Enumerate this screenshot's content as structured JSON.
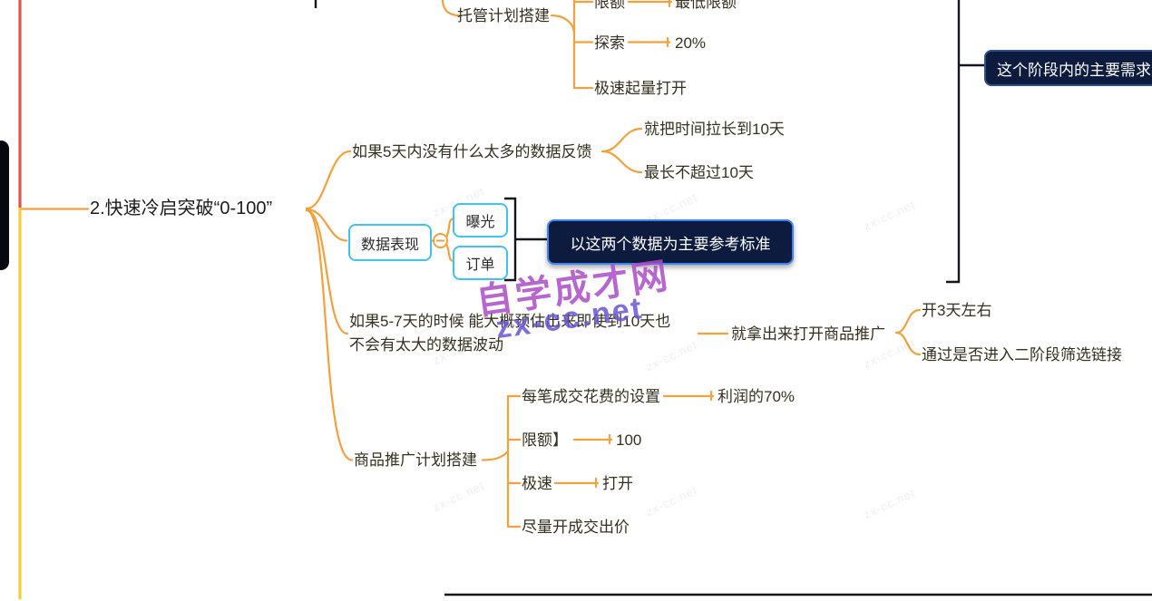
{
  "main_topic": {
    "label": "2.快速冷启突破“0-100”"
  },
  "branches": {
    "hosting": {
      "label": "托管计划搭建",
      "limit_label": "限额",
      "limit_value": "最低限额",
      "explore_label": "探索",
      "explore_value": "20%",
      "turbo_label": "极速起量打开"
    },
    "feedback5d": {
      "label": "如果5天内没有什么太多的数据反馈",
      "extend": "就把时间拉长到10天",
      "max": "最长不超过10天"
    },
    "data_performance": {
      "label": "数据表现",
      "exposure": "曝光",
      "orders": "订单",
      "summary": "以这两个数据为主要参考标准"
    },
    "estimate": {
      "line1": "如果5-7天的时候  能大概预估出来即使到10天也",
      "line2": "不会有太大的数据波动",
      "action": "就拿出来打开商品推广",
      "open_days": "开3天左右",
      "phase2": "通过是否进入二阶段筛选链接"
    },
    "product_promo": {
      "label": "商品推广计划搭建",
      "cost_label": "每笔成交花费的设置",
      "cost_value": "利润的70%",
      "limit_label": "限额】",
      "limit_value": "100",
      "turbo_label": "极速",
      "turbo_value": "打开",
      "bid_label": "尽量开成交出价"
    }
  },
  "right_note": {
    "label": "这个阶段内的主要需求"
  },
  "watermark": {
    "site_name": "自学成才网",
    "site_url": "zx-cc.net",
    "tile": "zx-cc.net"
  },
  "colors": {
    "branch_line": "#F2A13C",
    "spine_red": "#E0534E",
    "spine_yellow": "#F5CE31",
    "node_border": "#3EC3F2",
    "badge_bg": "#0D1B3F",
    "badge_border": "#3D86F5"
  }
}
